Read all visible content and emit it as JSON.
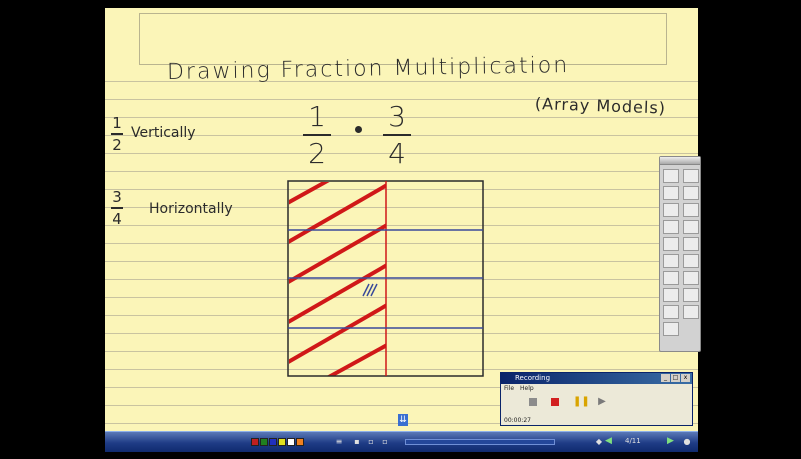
{
  "page": {
    "title": "Drawing Fraction Multiplication",
    "subtitle": "(Array Models)",
    "vertical_fraction": {
      "numerator": "1",
      "denominator": "2"
    },
    "vertical_label": "Vertically",
    "horizontal_fraction": {
      "numerator": "3",
      "denominator": "4"
    },
    "horizontal_label": "Horizontally",
    "expression": {
      "left": {
        "numerator": "1",
        "denominator": "2"
      },
      "operator": "•",
      "right": {
        "numerator": "3",
        "denominator": "4"
      }
    },
    "array_model": {
      "columns": 2,
      "rows": 4,
      "shaded_columns": 1
    },
    "page_down_glyph": "⇊"
  },
  "toolbar": {
    "buttons": [
      "pointer-icon",
      "select-icon",
      "pen-icon",
      "highlighter-icon",
      "eraser-icon",
      "line-icon",
      "shape-icon",
      "fill-icon",
      "text-icon",
      "clear-icon",
      "undo-icon",
      "redo-icon",
      "back-icon",
      "forward-icon",
      "page-icon",
      "screen-icon",
      "camera-icon",
      "link-icon",
      "capture-icon"
    ]
  },
  "recording": {
    "title": "Recording",
    "menu_file": "File",
    "menu_help": "Help",
    "time": "00:00:27"
  },
  "taskbar": {
    "swatches": [
      "#c02020",
      "#208020",
      "#2030c0",
      "#e0e020",
      "#ffffff",
      "#f08020"
    ],
    "page_indicator": "4/11"
  },
  "colors": {
    "paper": "#fbf5b8",
    "ink": "#2b2b2b",
    "grid_blue": "#3a4a9a",
    "shade_red": "#d01818"
  }
}
